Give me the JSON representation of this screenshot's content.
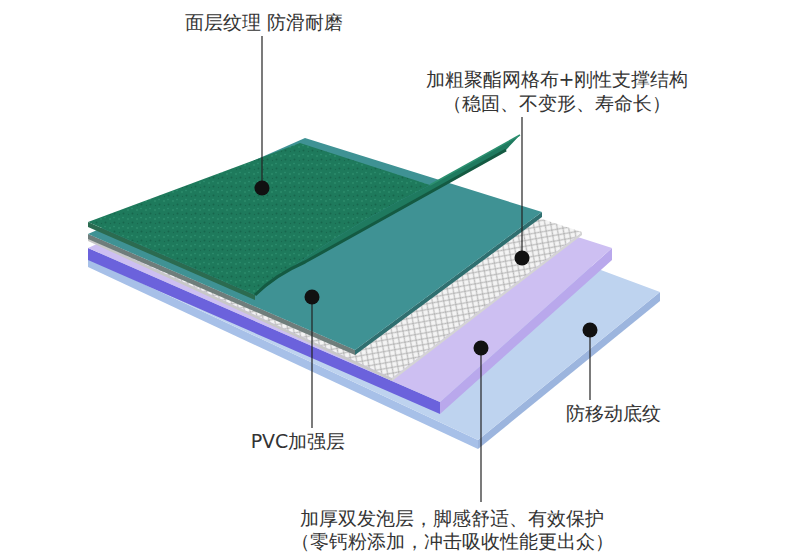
{
  "diagram": {
    "labels": [
      "面层纹理 防滑耐磨",
      "加粗聚酯网格布+刚性支撑结构",
      "（稳固、不变形、寿命长）",
      "PVC加强层",
      "防移动底纹",
      "加厚双发泡层，脚感舒适、有效保护",
      "（零钙粉添加，冲击吸收性能更出众）"
    ]
  }
}
